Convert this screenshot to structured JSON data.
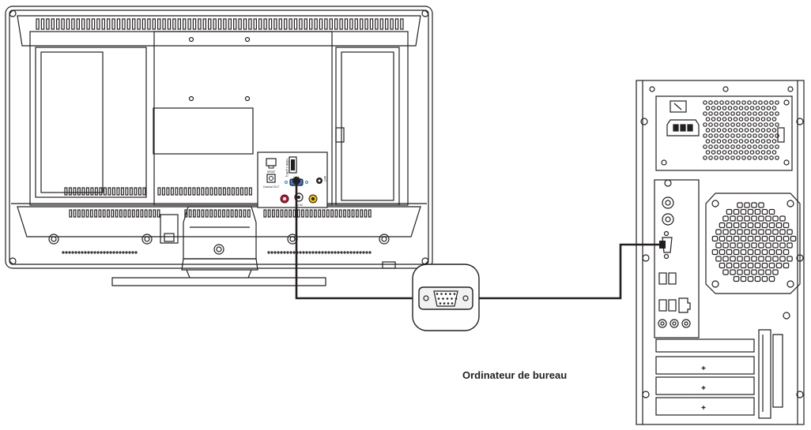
{
  "caption": "Ordinateur de bureau",
  "port_labels": {
    "spdif": "SPDIF",
    "coaxial_out": "Coaxial OUT",
    "hdmi": "HDMI 2 (ARC)",
    "vga": "VGA",
    "av_in": "AV IN",
    "ant": "ANT"
  },
  "colors": {
    "stroke": "#231f20",
    "cable": "#231f20",
    "connector_fill": "#f2f2f2",
    "av_red": "#c8102e",
    "av_white": "#ffffff",
    "av_yellow": "#f2c200",
    "vga_blue": "#3a7bd5"
  }
}
